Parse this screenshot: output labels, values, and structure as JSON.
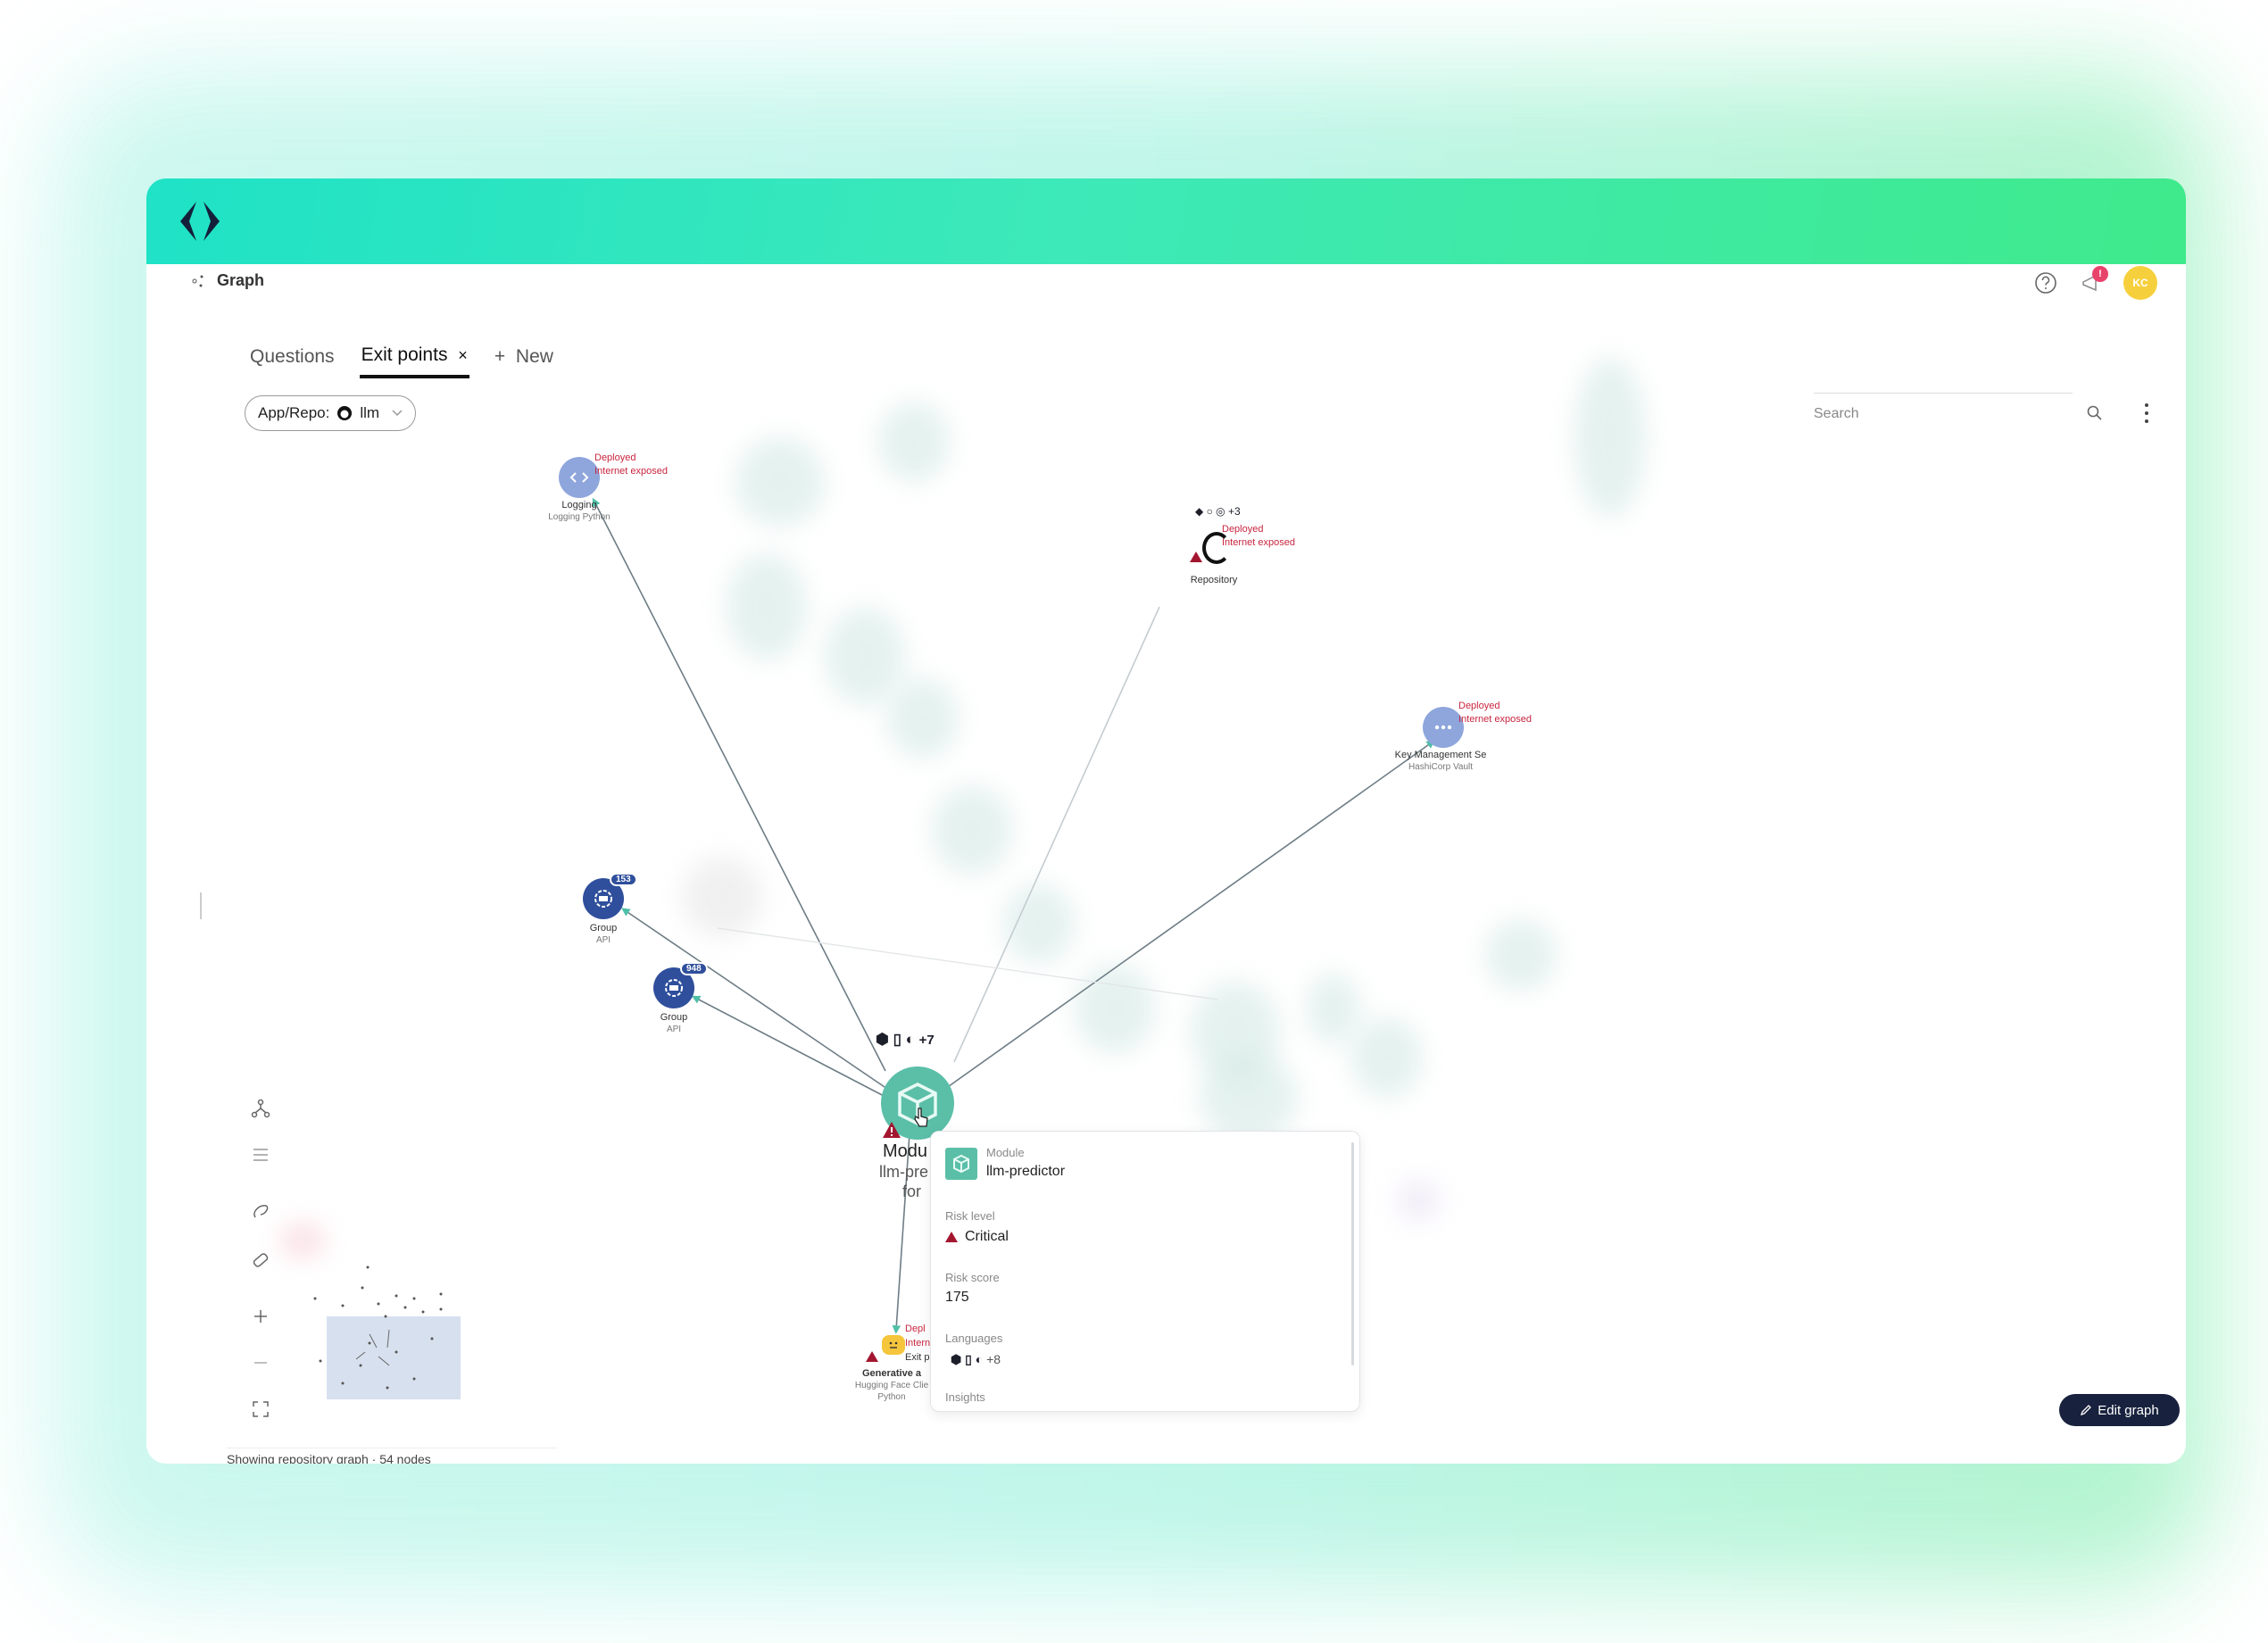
{
  "header": {
    "breadcrumb": "Graph"
  },
  "topbar_icons": {
    "help": "help-icon",
    "notifications_badge": "!",
    "avatar_initials": "KC"
  },
  "tabs": [
    {
      "label": "Questions",
      "active": false
    },
    {
      "label": "Exit points",
      "active": true,
      "close": "×"
    },
    {
      "label": "New",
      "prefix": "+"
    }
  ],
  "filter": {
    "label": "App/Repo:",
    "value": "llm"
  },
  "search": {
    "placeholder": "Search"
  },
  "nodes": {
    "logging": {
      "status1": "Deployed",
      "status2": "Internet exposed",
      "name": "Logging",
      "sub": "Logging Python"
    },
    "repository": {
      "langs_more": "+3",
      "status1": "Deployed",
      "status2": "Internet exposed",
      "name": "Repository"
    },
    "keymgmt": {
      "status1": "Deployed",
      "status2": "Internet exposed",
      "name": "Key Management Se",
      "sub": "HashiCorp Vault"
    },
    "group1": {
      "badge": "153",
      "name": "Group",
      "sub": "API"
    },
    "group2": {
      "badge": "948",
      "name": "Group",
      "sub": "API"
    },
    "module": {
      "langs_more": "+7",
      "name": "Modu",
      "sub": "llm-pre",
      "sub2": "for"
    },
    "genai": {
      "status1": "Depl",
      "status2": "Intern",
      "status3": "Exit p",
      "name": "Generative a",
      "sub": "Hugging Face Clie",
      "sub2": "Python"
    }
  },
  "tooltip": {
    "type": "Module",
    "name": "llm-predictor",
    "risk_level_label": "Risk level",
    "risk_level": "Critical",
    "risk_score_label": "Risk score",
    "risk_score": "175",
    "languages_label": "Languages",
    "languages_more": "+8",
    "insights_label": "Insights"
  },
  "footer": {
    "status": "Showing repository graph  ·  54 nodes"
  },
  "edit_graph": {
    "label": "Edit graph"
  },
  "colors": {
    "accent": "#5bbfa8",
    "critical": "#a3162f",
    "api": "#2f4f9c",
    "service": "#8ea6dc"
  }
}
